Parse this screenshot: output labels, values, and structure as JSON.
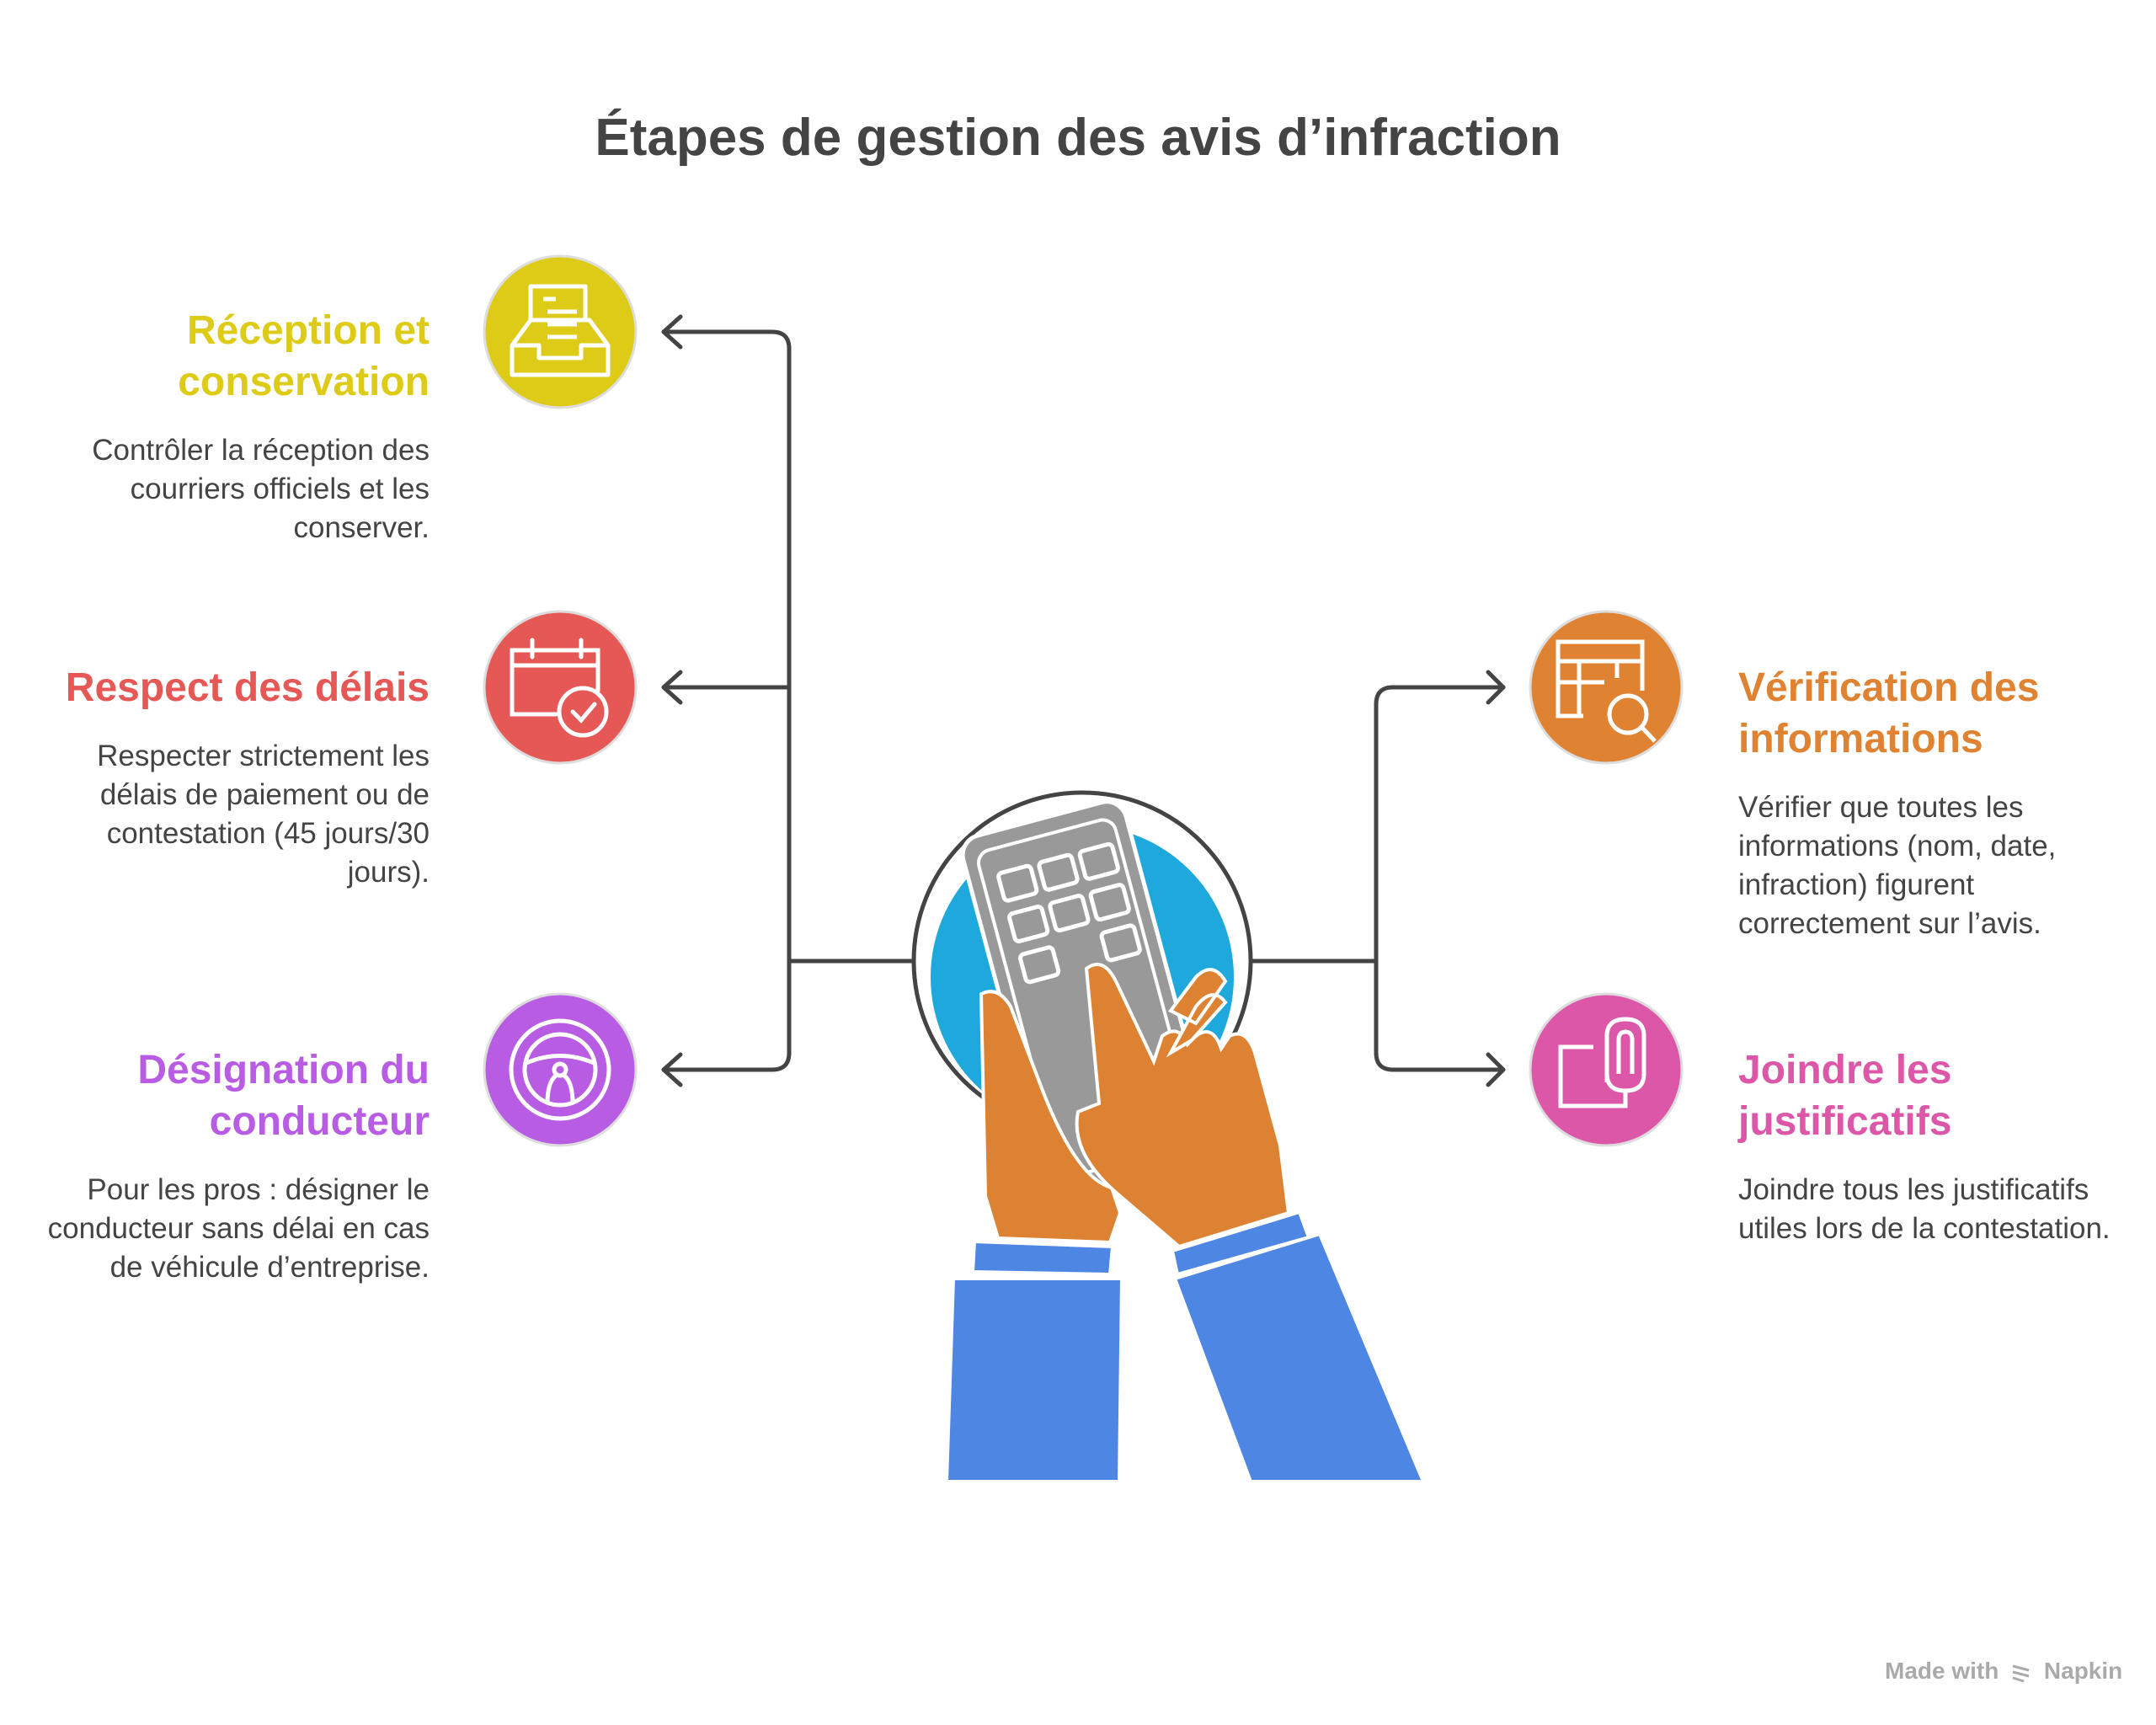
{
  "title": "Étapes de gestion des avis d’infraction",
  "steps": [
    {
      "heading": "Réception et conservation",
      "body": "Contrôler la réception des courriers officiels et les conserver.",
      "color": "#DECB17",
      "icon": "inbox-document-icon"
    },
    {
      "heading": "Respect des délais",
      "body": "Respecter strictement les délais de paiement ou de contestation (45 jours/30 jours).",
      "color": "#E55855",
      "icon": "calendar-check-icon"
    },
    {
      "heading": "Désignation du conducteur",
      "body": "Pour les pros : désigner le conducteur sans délai en cas de véhicule d’entreprise.",
      "color": "#B85CE3",
      "icon": "steering-wheel-icon"
    },
    {
      "heading": "Vérification des informations",
      "body": "Vérifier que toutes les informations (nom, date, infraction) figurent correctement sur l’avis.",
      "color": "#DF8332",
      "icon": "table-search-icon"
    },
    {
      "heading": "Joindre les justificatifs",
      "body": "Joindre tous les justificatifs utiles lors de la contestation.",
      "color": "#DD57A8",
      "icon": "paperclip-document-icon"
    }
  ],
  "footer": {
    "made_with": "Made with",
    "brand": "Napkin"
  }
}
